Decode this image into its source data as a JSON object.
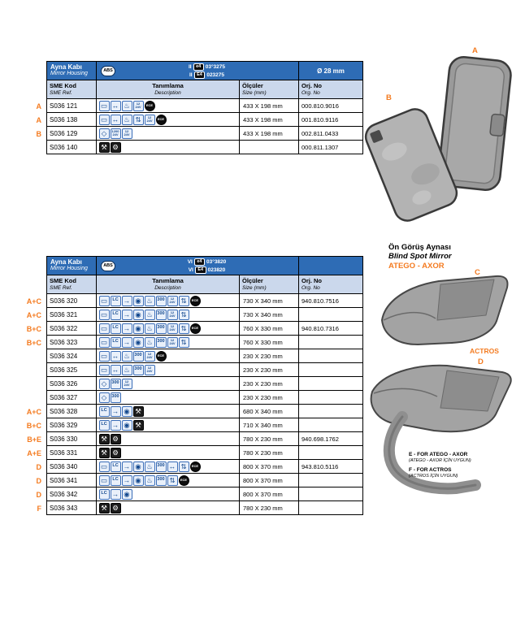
{
  "colors": {
    "orange": "#f47b20",
    "header_blue": "#2e6cb5",
    "subheader_blue": "#cbd8ec"
  },
  "table1": {
    "header": {
      "title_tr": "Ayna Kabı",
      "title_en": "Mirror Housing",
      "abs_label": "ABS",
      "cert1": {
        "cls": "II",
        "badge": "e4",
        "no": "03°3275"
      },
      "cert2": {
        "cls": "II",
        "badge": "E4",
        "no": "023275"
      },
      "right": "Ø 28 mm"
    },
    "columns": {
      "c1_tr": "SME Kod",
      "c1_en": "SME Ref.",
      "c2_tr": "Tanımlama",
      "c2_en": "Description",
      "c3_tr": "Ölçüler",
      "c3_en": "Size (mm)",
      "c4_tr": "Orj. No",
      "c4_en": "Org. No"
    },
    "rows": [
      {
        "label": "A",
        "code": "S036 121",
        "icons": [
          "mirror",
          "adjust",
          "heated",
          "v1224",
          "ece"
        ],
        "size": "433 X 198 mm",
        "org": "000.810.9016"
      },
      {
        "label": "A",
        "code": "S036 138",
        "icons": [
          "mirror",
          "adjust",
          "heated",
          "power-adjust",
          "v1224",
          "ece"
        ],
        "size": "433 X 198 mm",
        "org": "001.810.9116"
      },
      {
        "label": "B",
        "code": "S036 129",
        "icons": [
          "glass",
          "v1200",
          "v1224"
        ],
        "size": "433 X 198 mm",
        "org": "002.811.0433"
      },
      {
        "label": "",
        "code": "S036 140",
        "icons": [
          "tools",
          "spare"
        ],
        "size": "",
        "org": "000.811.1307"
      }
    ]
  },
  "table2": {
    "header": {
      "title_tr": "Ayna Kabı",
      "title_en": "Mirror Housing",
      "abs_label": "ABS",
      "cert1": {
        "cls": "VI",
        "badge": "e4",
        "no": "03°3820"
      },
      "cert2": {
        "cls": "VI",
        "badge": "E4",
        "no": "023820"
      },
      "right": ""
    },
    "columns": {
      "c1_tr": "SME Kod",
      "c1_en": "SME Ref.",
      "c2_tr": "Tanımlama",
      "c2_en": "Description",
      "c3_tr": "Ölçüler",
      "c3_en": "Size (mm)",
      "c4_tr": "Orj. No",
      "c4_en": "Org. No"
    },
    "rows": [
      {
        "label": "A+C",
        "code": "S036 320",
        "icons": [
          "mirror",
          "lc",
          "arrow",
          "beam",
          "heated",
          "r300",
          "v1224",
          "power-adjust",
          "ece"
        ],
        "size": "730 X 340 mm",
        "org": "940.810.7516"
      },
      {
        "label": "A+C",
        "code": "S036 321",
        "icons": [
          "mirror",
          "lc",
          "arrow",
          "beam",
          "heated",
          "r300",
          "v1224",
          "power-adjust"
        ],
        "size": "730 X 340 mm",
        "org": ""
      },
      {
        "label": "B+C",
        "code": "S036 322",
        "icons": [
          "mirror",
          "lc",
          "arrow",
          "beam",
          "heated",
          "r300",
          "v1224",
          "power-adjust",
          "ece"
        ],
        "size": "760 X 330 mm",
        "org": "940.810.7316"
      },
      {
        "label": "B+C",
        "code": "S036 323",
        "icons": [
          "mirror",
          "lc",
          "arrow",
          "beam",
          "heated",
          "r300",
          "v1224",
          "power-adjust"
        ],
        "size": "760 X 330 mm",
        "org": ""
      },
      {
        "label": "",
        "code": "S036 324",
        "icons": [
          "mirror",
          "adjust",
          "heated",
          "r300",
          "v1224",
          "ece"
        ],
        "size": "230 X 230 mm",
        "org": ""
      },
      {
        "label": "",
        "code": "S036 325",
        "icons": [
          "mirror",
          "adjust",
          "heated",
          "r300",
          "v1224"
        ],
        "size": "230 X 230 mm",
        "org": ""
      },
      {
        "label": "",
        "code": "S036 326",
        "icons": [
          "glass",
          "r300",
          "v1224"
        ],
        "size": "230 X 230 mm",
        "org": ""
      },
      {
        "label": "",
        "code": "S036 327",
        "icons": [
          "glass",
          "r300"
        ],
        "size": "230 X 230 mm",
        "org": ""
      },
      {
        "label": "A+C",
        "code": "S036 328",
        "icons": [
          "lc",
          "arrow",
          "beam",
          "tools"
        ],
        "size": "680 X 340 mm",
        "org": ""
      },
      {
        "label": "B+C",
        "code": "S036 329",
        "icons": [
          "lc",
          "arrow",
          "beam",
          "tools"
        ],
        "size": "710 X 340 mm",
        "org": ""
      },
      {
        "label": "B+E",
        "code": "S036 330",
        "icons": [
          "tools",
          "spare"
        ],
        "size": "780 X 230 mm",
        "org": "940.698.1762"
      },
      {
        "label": "A+E",
        "code": "S036 331",
        "icons": [
          "tools",
          "spare"
        ],
        "size": "780 X 230 mm",
        "org": ""
      },
      {
        "label": "D",
        "code": "S036 340",
        "icons": [
          "mirror",
          "lc",
          "arrow",
          "beam",
          "heated",
          "r300",
          "adjust",
          "power-adjust",
          "ece"
        ],
        "size": "800 X 370 mm",
        "org": "943.810.5116"
      },
      {
        "label": "D",
        "code": "S036 341",
        "icons": [
          "mirror",
          "lc",
          "arrow",
          "beam",
          "heated",
          "r300",
          "power-adjust",
          "ece"
        ],
        "size": "800 X 370 mm",
        "org": ""
      },
      {
        "label": "D",
        "code": "S036 342",
        "icons": [
          "lc",
          "arrow",
          "beam"
        ],
        "size": "800 X 370 mm",
        "org": ""
      },
      {
        "label": "F",
        "code": "S036 343",
        "icons": [
          "tools",
          "spare"
        ],
        "size": "780 X 230 mm",
        "org": ""
      }
    ]
  },
  "right_top": {
    "label_a": "A",
    "label_b": "B"
  },
  "right_bottom": {
    "title_tr": "Ön Görüş Aynası",
    "title_en": "Blind Spot Mirror",
    "models": "ATEGO - AXOR",
    "label_c": "C",
    "actros": "ACTROS",
    "label_d": "D",
    "note_e_title": "E - FOR ATEGO - AXOR",
    "note_e_sub": "(ATEGO - AXOR İÇİN UYGUN)",
    "note_f_title": "F - FOR ACTROS",
    "note_f_sub": "(ACTROS İÇİN UYGUN)"
  }
}
